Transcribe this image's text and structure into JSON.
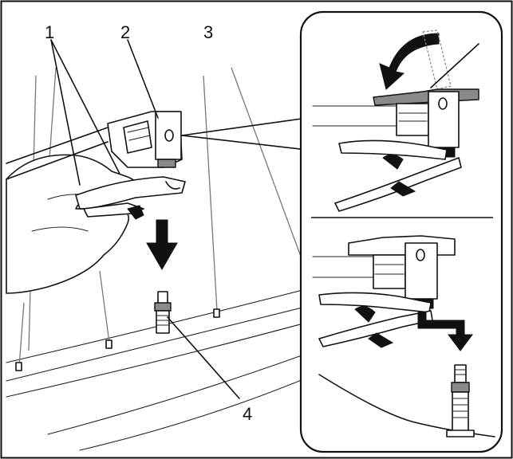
{
  "figure": {
    "callouts": [
      {
        "id": "1",
        "label": "1"
      },
      {
        "id": "2",
        "label": "2"
      },
      {
        "id": "3",
        "label": "3"
      },
      {
        "id": "4",
        "label": "4"
      }
    ],
    "panels": [
      {
        "id": "main-view"
      },
      {
        "id": "detail-lever-close"
      },
      {
        "id": "detail-attach-valve"
      }
    ],
    "icons": [
      "arrow-down-icon",
      "curved-arrow-icon",
      "bent-arrow-icon"
    ],
    "colors": {
      "line": "#111111",
      "gray": "#8a8a8a",
      "spoke": "#777777",
      "background": "#ffffff"
    }
  }
}
